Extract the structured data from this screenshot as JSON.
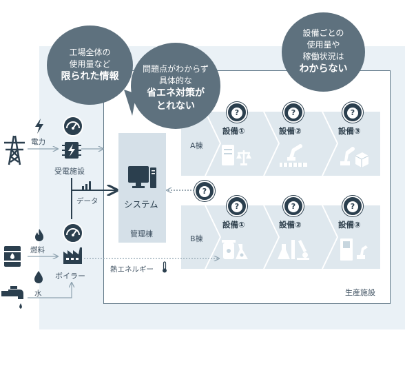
{
  "bubbles": {
    "left": {
      "line1": "工場全体の",
      "line2": "使用量など",
      "strong": "限られた情報"
    },
    "center": {
      "line1": "問題点がわからず",
      "line2": "具体的な",
      "strong1": "省エネ対策が",
      "strong2": "とれない"
    },
    "right": {
      "line1": "設備ごとの",
      "line2": "使用量や",
      "line3": "稼働状況は",
      "strong": "わからない"
    }
  },
  "inputs": {
    "electricity": "電力",
    "fuel": "燃料",
    "water": "水",
    "data": "データ",
    "heat": "熱エネルギー"
  },
  "facilities": {
    "substation": "受電施設",
    "boiler": "ボイラー",
    "system": "システム",
    "admin": "管理棟",
    "production": "生産施設"
  },
  "buildings": [
    {
      "name": "A棟",
      "equipment": [
        "設備①",
        "設備②",
        "設備③"
      ]
    },
    {
      "name": "B棟",
      "equipment": [
        "設備①",
        "設備②",
        "設備③"
      ]
    }
  ],
  "badge_glyph": "?",
  "colors": {
    "dark": "#2b3f4e",
    "bubble": "#5e717e",
    "band": "#dfe8ee",
    "panel": "#eaf1f6",
    "icon_light": "#c7d6df"
  }
}
